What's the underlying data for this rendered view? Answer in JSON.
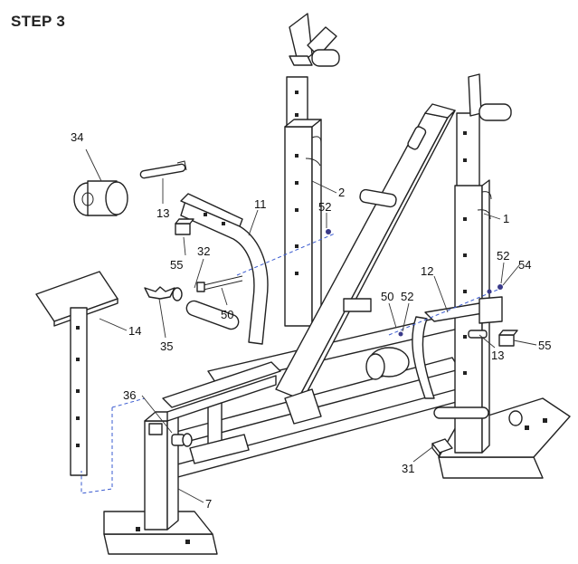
{
  "step_title": "STEP 3",
  "labels": {
    "p34": "34",
    "p13a": "13",
    "p11": "11",
    "p2": "2",
    "p52a": "52",
    "p32": "32",
    "p55a": "55",
    "p50a": "50",
    "p14": "14",
    "p35": "35",
    "p36": "36",
    "p7": "7",
    "p1": "1",
    "p52b": "52",
    "p54": "54",
    "p12": "12",
    "p50b": "50",
    "p52c": "52",
    "p55b": "55",
    "p13b": "13",
    "p31": "31"
  }
}
